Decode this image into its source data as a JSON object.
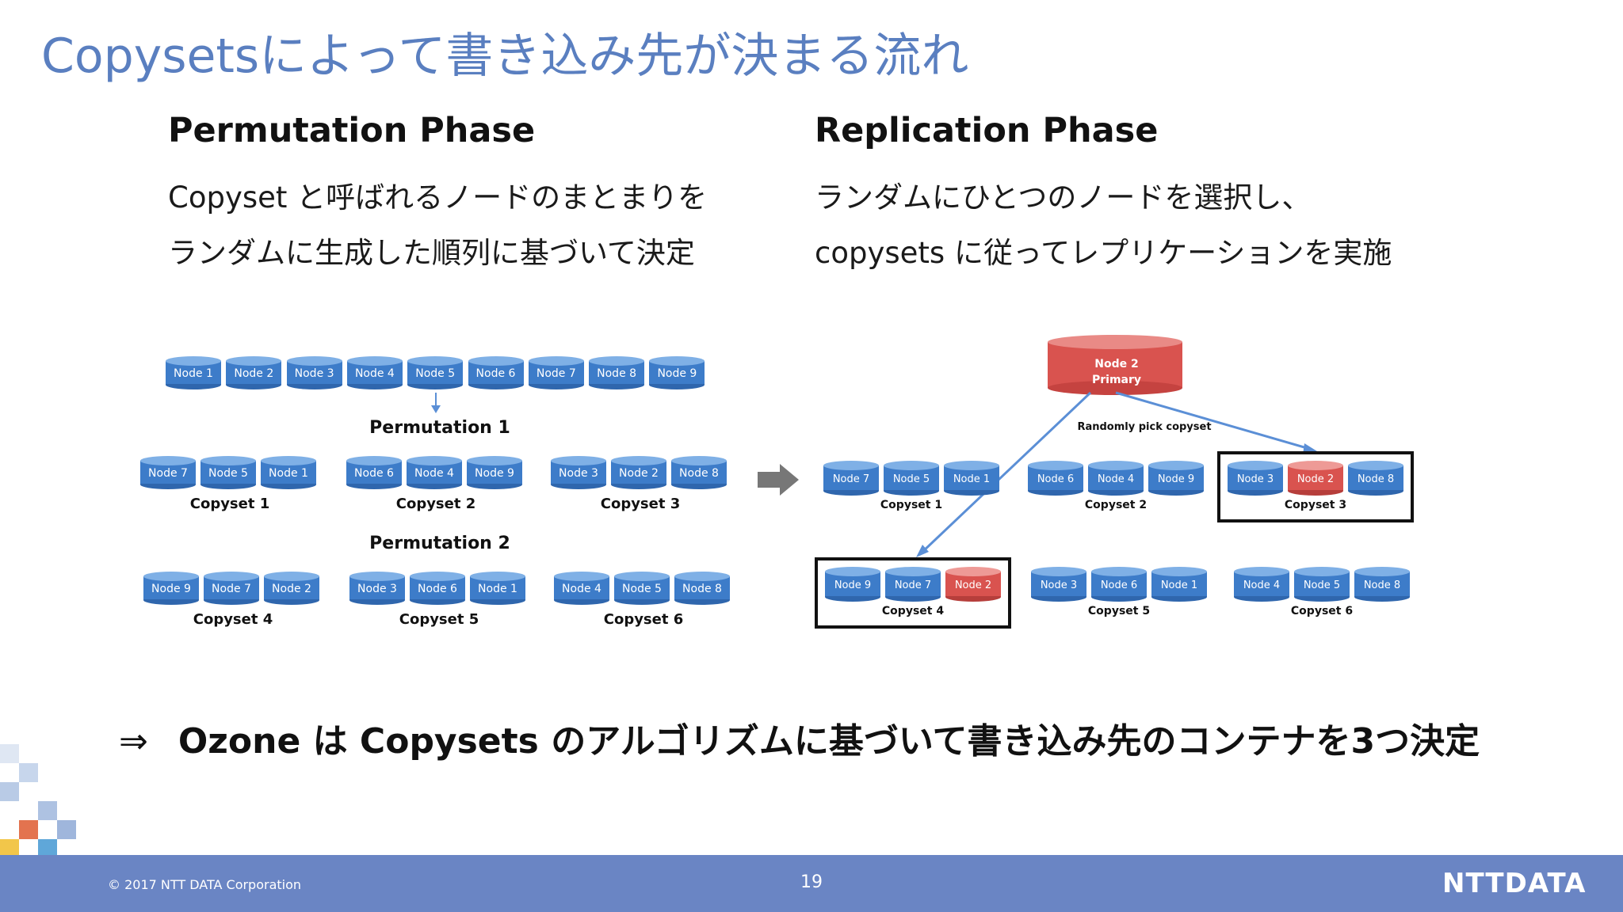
{
  "slide": {
    "title": "Copysetsによって書き込み先が決まる流れ",
    "permutation_phase": {
      "heading": "Permutation Phase",
      "desc_line1": "Copyset と呼ばれるノードのまとまりを",
      "desc_line2": "ランダムに生成した順列に基づいて決定",
      "sequence": [
        "Node 1",
        "Node 2",
        "Node 3",
        "Node 4",
        "Node 5",
        "Node 6",
        "Node 7",
        "Node 8",
        "Node 9"
      ],
      "permutation1_label": "Permutation 1",
      "permutation2_label": "Permutation 2",
      "copysets": [
        {
          "name": "Copyset 1",
          "nodes": [
            "Node 7",
            "Node 5",
            "Node 1"
          ]
        },
        {
          "name": "Copyset 2",
          "nodes": [
            "Node 6",
            "Node 4",
            "Node 9"
          ]
        },
        {
          "name": "Copyset 3",
          "nodes": [
            "Node 3",
            "Node 2",
            "Node 8"
          ]
        },
        {
          "name": "Copyset 4",
          "nodes": [
            "Node 9",
            "Node 7",
            "Node 2"
          ]
        },
        {
          "name": "Copyset 5",
          "nodes": [
            "Node 3",
            "Node 6",
            "Node 1"
          ]
        },
        {
          "name": "Copyset 6",
          "nodes": [
            "Node 4",
            "Node 5",
            "Node 8"
          ]
        }
      ]
    },
    "replication_phase": {
      "heading": "Replication Phase",
      "desc_line1": "ランダムにひとつのノードを選択し、",
      "desc_line2": "copysets に従ってレプリケーションを実施",
      "primary_line1": "Node 2",
      "primary_line2": "Primary",
      "pick_label": "Randomly pick copyset",
      "copysets": [
        {
          "name": "Copyset 1",
          "nodes": [
            "Node 7",
            "Node 5",
            "Node 1"
          ]
        },
        {
          "name": "Copyset 2",
          "nodes": [
            "Node 6",
            "Node 4",
            "Node 9"
          ]
        },
        {
          "name": "Copyset 3",
          "nodes": [
            "Node 3",
            "Node 2",
            "Node 8"
          ]
        },
        {
          "name": "Copyset 4",
          "nodes": [
            "Node 9",
            "Node 7",
            "Node 2"
          ]
        },
        {
          "name": "Copyset 5",
          "nodes": [
            "Node 3",
            "Node 6",
            "Node 1"
          ]
        },
        {
          "name": "Copyset 6",
          "nodes": [
            "Node 4",
            "Node 5",
            "Node 8"
          ]
        }
      ],
      "highlighted_copysets": [
        "Copyset 3",
        "Copyset 4"
      ],
      "highlight_node": "Node 2"
    },
    "conclusion_arrow": "⇒",
    "conclusion": "Ozone は Copysets のアルゴリズムに基づいて書き込み先のコンテナを3つ決定",
    "footer": {
      "copyright": "© 2017 NTT DATA Corporation",
      "page_number": "19",
      "logo": "NTTDATA"
    },
    "colors": {
      "title": "#5a7fc0",
      "node_blue": "#3d7cc9",
      "node_red": "#d9534f",
      "footer": "#6a85c4"
    }
  }
}
